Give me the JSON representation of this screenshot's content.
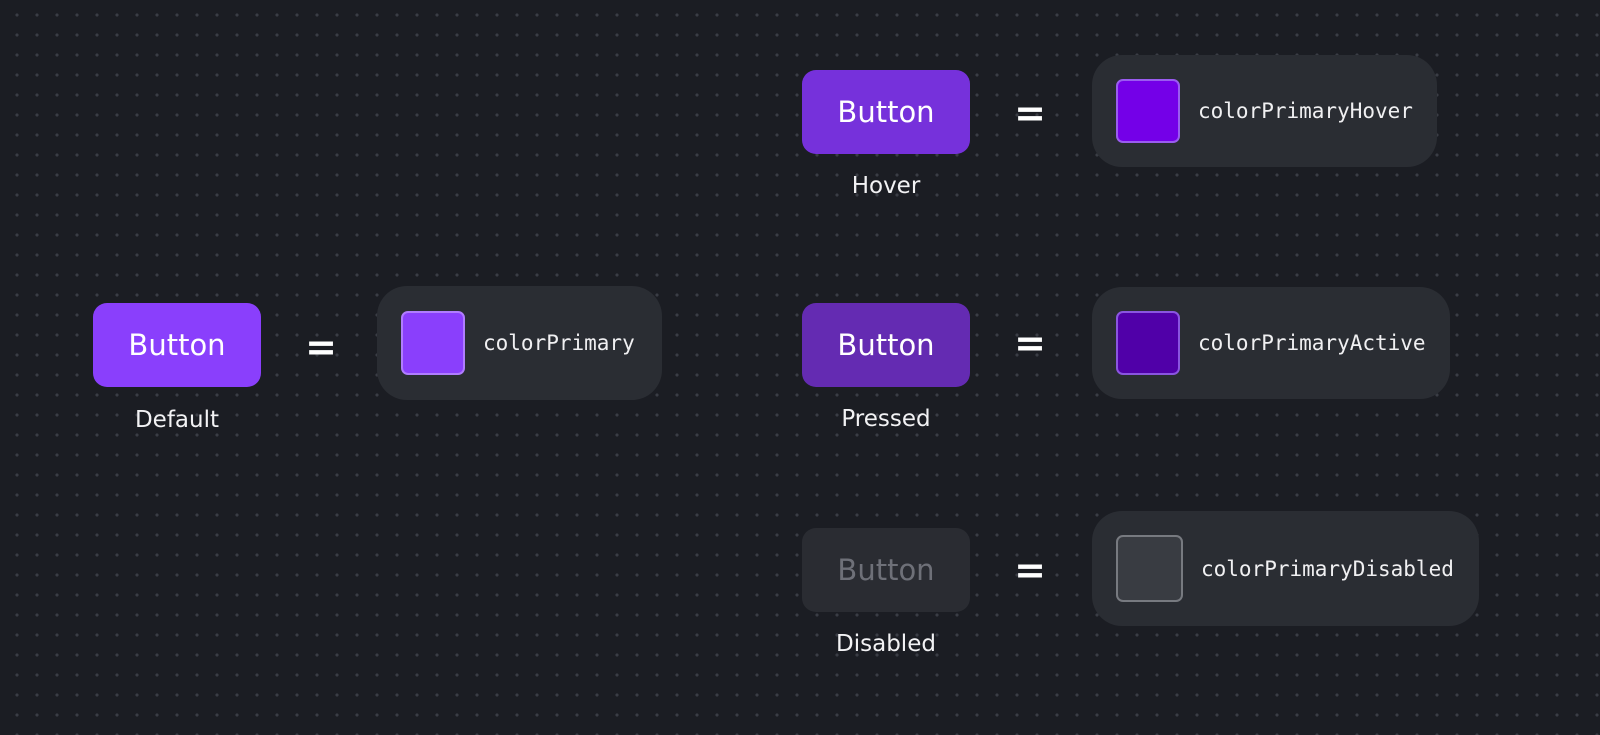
{
  "states": [
    {
      "id": "default",
      "button_label": "Button",
      "state_label": "Default",
      "equals": "=",
      "token": "colorPrimary",
      "swatch_color": "#8a3ffc"
    },
    {
      "id": "hover",
      "button_label": "Button",
      "state_label": "Hover",
      "equals": "=",
      "token": "colorPrimaryHover",
      "swatch_color": "#7400e8"
    },
    {
      "id": "pressed",
      "button_label": "Button",
      "state_label": "Pressed",
      "equals": "=",
      "token": "colorPrimaryActive",
      "swatch_color": "#5000a8"
    },
    {
      "id": "disabled",
      "button_label": "Button",
      "state_label": "Disabled",
      "equals": "=",
      "token": "colorPrimaryDisabled",
      "swatch_color": "#393c42"
    }
  ],
  "colors": {
    "background": "#1b1d23",
    "button_default": "#8a3ffc",
    "button_hover": "#7631db",
    "button_pressed": "#642bb2",
    "button_disabled": "#2a2c32",
    "token_card": "#2a2d33"
  }
}
